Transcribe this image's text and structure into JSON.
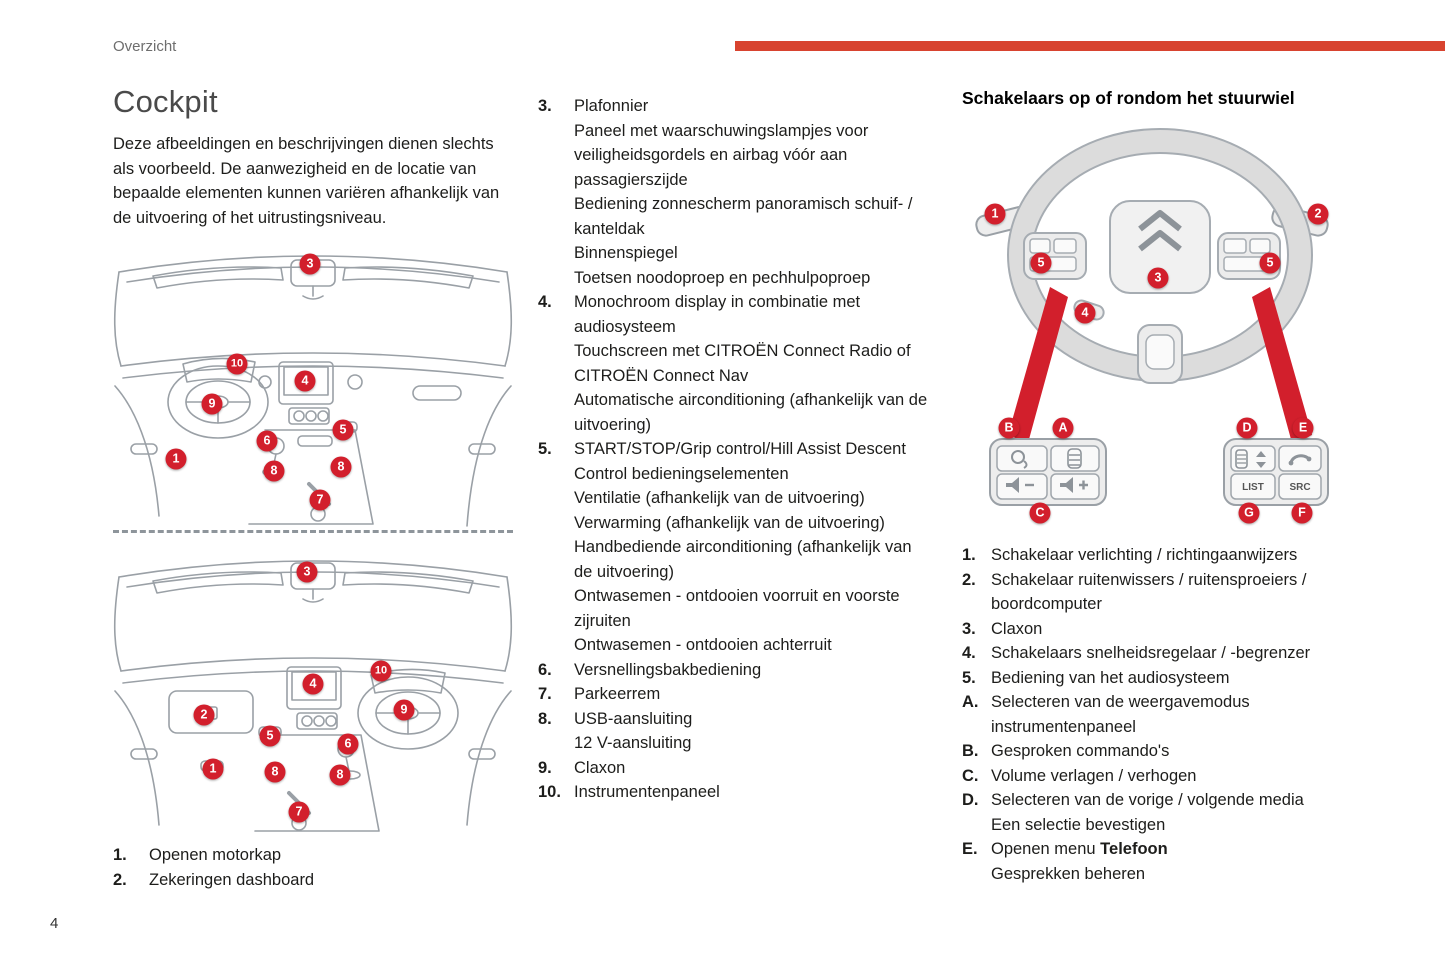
{
  "page": {
    "header_label": "Overzicht",
    "page_number": "4"
  },
  "colors": {
    "accent_bar": "#d8432f",
    "callout_red": "#d21f2c"
  },
  "left": {
    "title": "Cockpit",
    "intro": "Deze afbeeldingen en beschrijvingen dienen slechts als voorbeeld. De aanwezigheid en de locatie van bepaalde elementen kunnen variëren afhankelijk van de uitvoering of het uitrustingsniveau.",
    "d1": [
      "3",
      "10",
      "4",
      "9",
      "6",
      "5",
      "1",
      "8",
      "8",
      "7"
    ],
    "d2": [
      "3",
      "10",
      "4",
      "9",
      "2",
      "5",
      "6",
      "1",
      "8",
      "8",
      "7"
    ],
    "list": [
      {
        "num": "1.",
        "text": "Openen motorkap"
      },
      {
        "num": "2.",
        "text": "Zekeringen dashboard"
      }
    ]
  },
  "middle": {
    "items": [
      {
        "num": "3.",
        "text": "Plafonnier\nPaneel met waarschuwingslampjes voor veiligheidsgordels en airbag vóór aan passagierszijde\nBediening zonnescherm panoramisch schuif- / kanteldak\nBinnenspiegel\nToetsen noodoproep en pechhulpoproep"
      },
      {
        "num": "4.",
        "text": "Monochroom display in combinatie met audiosysteem\nTouchscreen met CITROËN Connect Radio of CITROËN Connect Nav\nAutomatische airconditioning (afhankelijk van de uitvoering)"
      },
      {
        "num": "5.",
        "text": "START/STOP/Grip control/Hill Assist Descent Control bedieningselementen\nVentilatie (afhankelijk van de uitvoering)\nVerwarming (afhankelijk van de uitvoering)\nHandbediende airconditioning (afhankelijk van de uitvoering)\nOntwasemen - ontdooien voorruit en voorste zijruiten\nOntwasemen - ontdooien achterruit"
      },
      {
        "num": "6.",
        "text": "Versnellingsbakbediening"
      },
      {
        "num": "7.",
        "text": "Parkeerrem"
      },
      {
        "num": "8.",
        "text": "USB-aansluiting\n12 V-aansluiting"
      },
      {
        "num": "9.",
        "text": "Claxon"
      },
      {
        "num": "10.",
        "text": "Instrumentenpaneel"
      }
    ]
  },
  "right": {
    "title": "Schakelaars op of rondom het stuurwiel",
    "wheel": {
      "n1": "1",
      "n2": "2",
      "n3": "3",
      "n4": "4",
      "n5a": "5",
      "n5b": "5"
    },
    "pods": {
      "a": "A",
      "b": "B",
      "c": "C",
      "d": "D",
      "e": "E",
      "f": "F",
      "g": "G"
    },
    "pod_labels": {
      "list": "LIST",
      "src": "SRC"
    },
    "items": [
      {
        "num": "1.",
        "text": "Schakelaar verlichting / richtingaanwijzers"
      },
      {
        "num": "2.",
        "text": "Schakelaar ruitenwissers / ruitensproeiers / boordcomputer"
      },
      {
        "num": "3.",
        "text": "Claxon"
      },
      {
        "num": "4.",
        "text": "Schakelaars snelheidsregelaar / -begrenzer"
      },
      {
        "num": "5.",
        "text": "Bediening van het audiosysteem"
      },
      {
        "num": "A.",
        "text": "Selecteren van de weergavemodus instrumentenpaneel"
      },
      {
        "num": "B.",
        "text": "Gesproken commando's"
      },
      {
        "num": "C.",
        "text": "Volume verlagen / verhogen"
      },
      {
        "num": "D.",
        "text": "Selecteren van de vorige / volgende media\nEen selectie bevestigen"
      }
    ],
    "item_e": {
      "num": "E.",
      "prefix": "Openen menu ",
      "bold": "Telefoon",
      "line2": "Gesprekken beheren"
    }
  }
}
